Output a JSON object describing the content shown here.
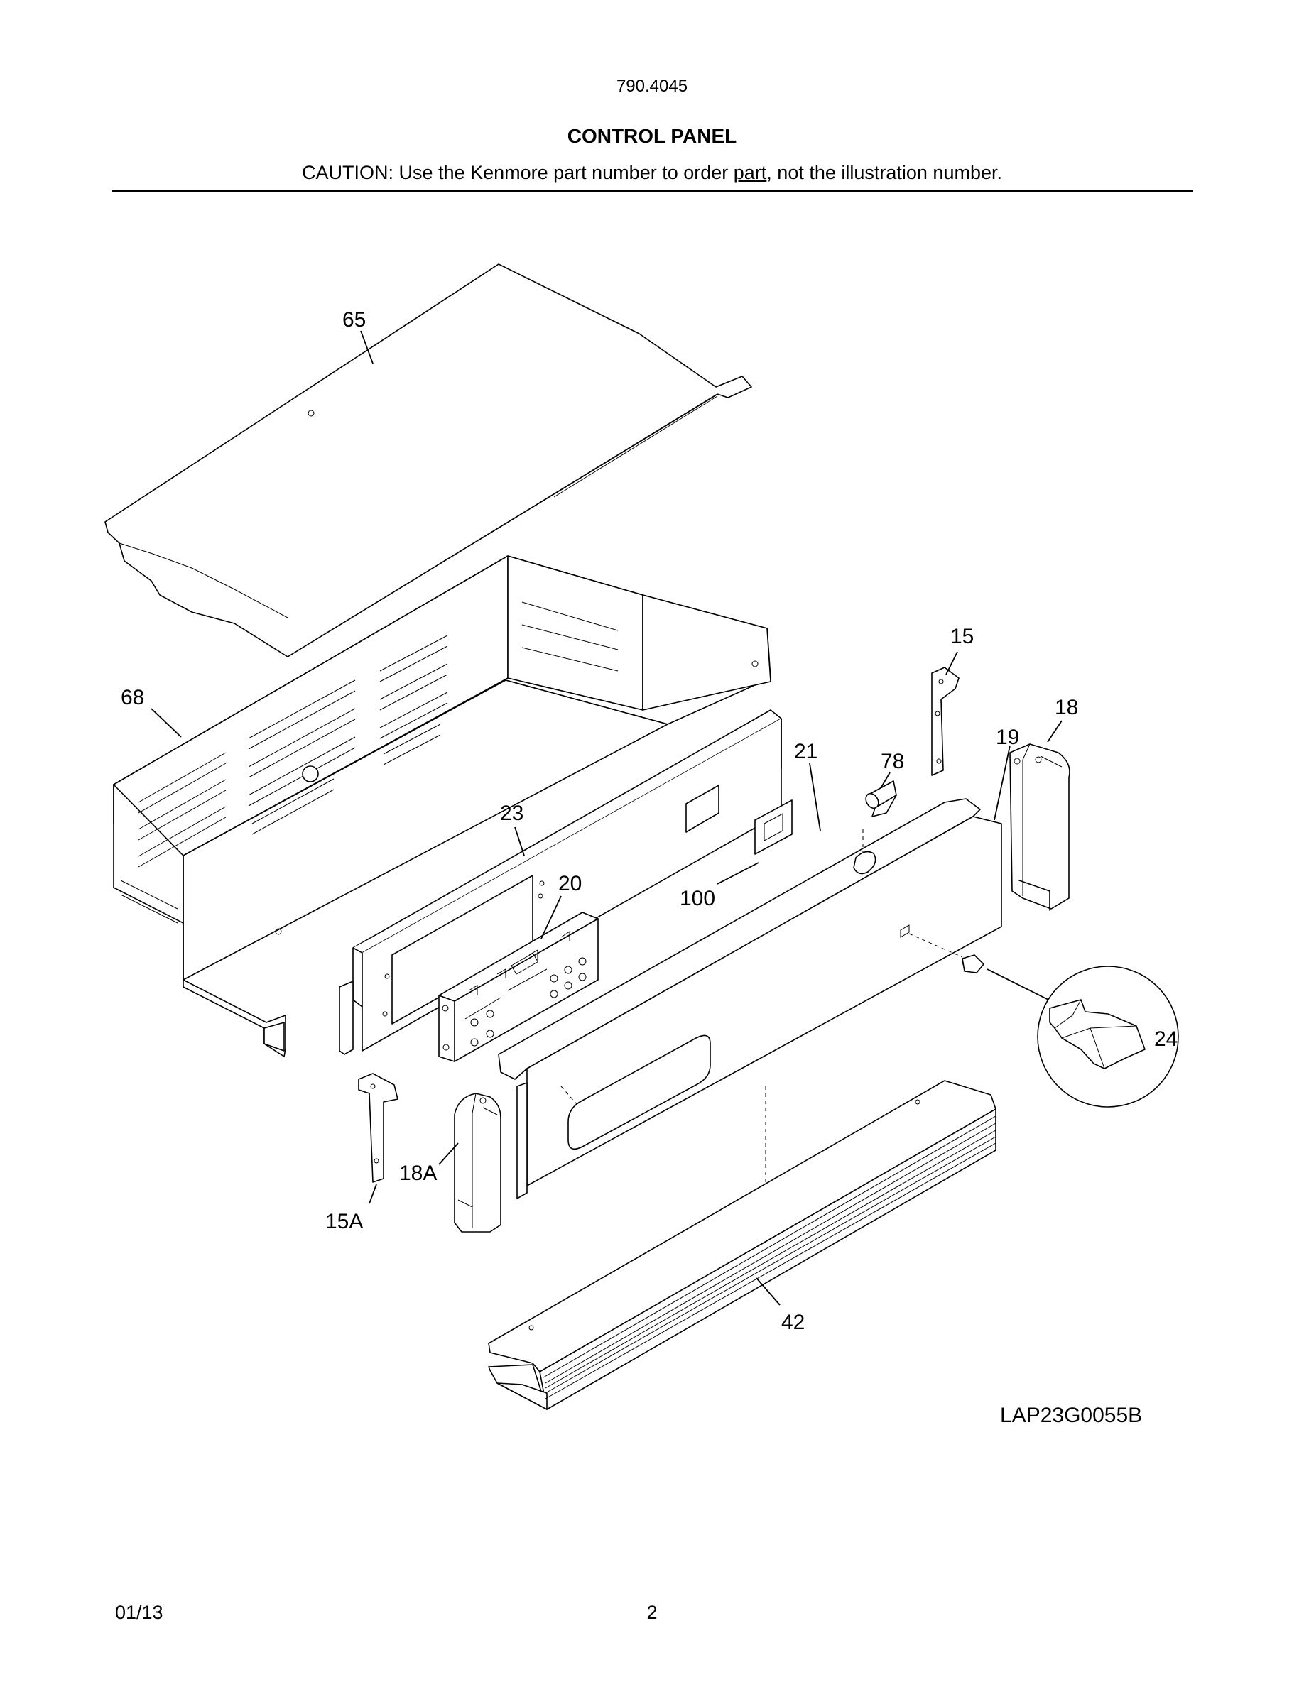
{
  "header": {
    "model_number": "790.4045",
    "title": "CONTROL PANEL",
    "caution_prefix": "CAUTION: Use the Kenmore part number to order ",
    "caution_underlined": "part",
    "caution_suffix": ", not the illustration number."
  },
  "diagram": {
    "drawing_code": "LAP23G0055B",
    "callouts": {
      "c65": "65",
      "c68": "68",
      "c15": "15",
      "c18": "18",
      "c19": "19",
      "c21": "21",
      "c78": "78",
      "c23": "23",
      "c20": "20",
      "c100": "100",
      "c24": "24",
      "c18A": "18A",
      "c15A": "15A",
      "c42": "42"
    }
  },
  "footer": {
    "date": "01/13",
    "page_number": "2"
  }
}
